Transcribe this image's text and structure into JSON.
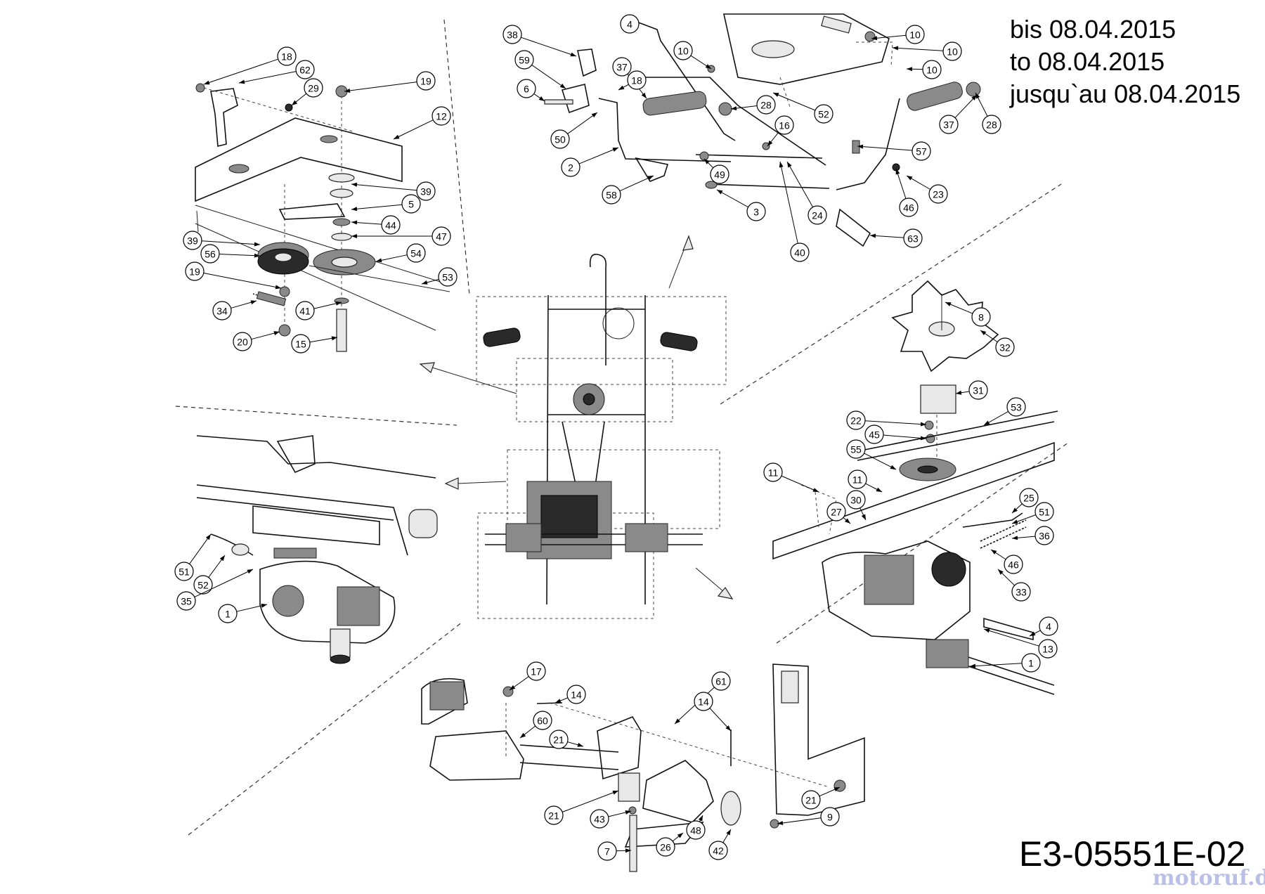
{
  "header": {
    "date_lines": [
      "bis 08.04.2015",
      "to 08.04.2015",
      "jusqu`au 08.04.2015"
    ]
  },
  "footer": {
    "document_code": "E3-05551E-02",
    "watermark": "motoruf.de"
  },
  "part_labels": [
    {
      "id": "18"
    },
    {
      "id": "62"
    },
    {
      "id": "29"
    },
    {
      "id": "19"
    },
    {
      "id": "12"
    },
    {
      "id": "39"
    },
    {
      "id": "5"
    },
    {
      "id": "44"
    },
    {
      "id": "47"
    },
    {
      "id": "54"
    },
    {
      "id": "53"
    },
    {
      "id": "39"
    },
    {
      "id": "56"
    },
    {
      "id": "19"
    },
    {
      "id": "34"
    },
    {
      "id": "41"
    },
    {
      "id": "20"
    },
    {
      "id": "15"
    },
    {
      "id": "38"
    },
    {
      "id": "4"
    },
    {
      "id": "10"
    },
    {
      "id": "10"
    },
    {
      "id": "10"
    },
    {
      "id": "10"
    },
    {
      "id": "59"
    },
    {
      "id": "37"
    },
    {
      "id": "18"
    },
    {
      "id": "6"
    },
    {
      "id": "28"
    },
    {
      "id": "52"
    },
    {
      "id": "37"
    },
    {
      "id": "28"
    },
    {
      "id": "50"
    },
    {
      "id": "16"
    },
    {
      "id": "57"
    },
    {
      "id": "2"
    },
    {
      "id": "49"
    },
    {
      "id": "58"
    },
    {
      "id": "3"
    },
    {
      "id": "24"
    },
    {
      "id": "46"
    },
    {
      "id": "23"
    },
    {
      "id": "63"
    },
    {
      "id": "40"
    },
    {
      "id": "8"
    },
    {
      "id": "32"
    },
    {
      "id": "31"
    },
    {
      "id": "53"
    },
    {
      "id": "22"
    },
    {
      "id": "45"
    },
    {
      "id": "55"
    },
    {
      "id": "11"
    },
    {
      "id": "11"
    },
    {
      "id": "27"
    },
    {
      "id": "30"
    },
    {
      "id": "25"
    },
    {
      "id": "51"
    },
    {
      "id": "36"
    },
    {
      "id": "46"
    },
    {
      "id": "33"
    },
    {
      "id": "4"
    },
    {
      "id": "13"
    },
    {
      "id": "1"
    },
    {
      "id": "51"
    },
    {
      "id": "52"
    },
    {
      "id": "35"
    },
    {
      "id": "1"
    },
    {
      "id": "17"
    },
    {
      "id": "14"
    },
    {
      "id": "61"
    },
    {
      "id": "60"
    },
    {
      "id": "14"
    },
    {
      "id": "21"
    },
    {
      "id": "21"
    },
    {
      "id": "21"
    },
    {
      "id": "43"
    },
    {
      "id": "48"
    },
    {
      "id": "9"
    },
    {
      "id": "7"
    },
    {
      "id": "26"
    },
    {
      "id": "42"
    }
  ]
}
